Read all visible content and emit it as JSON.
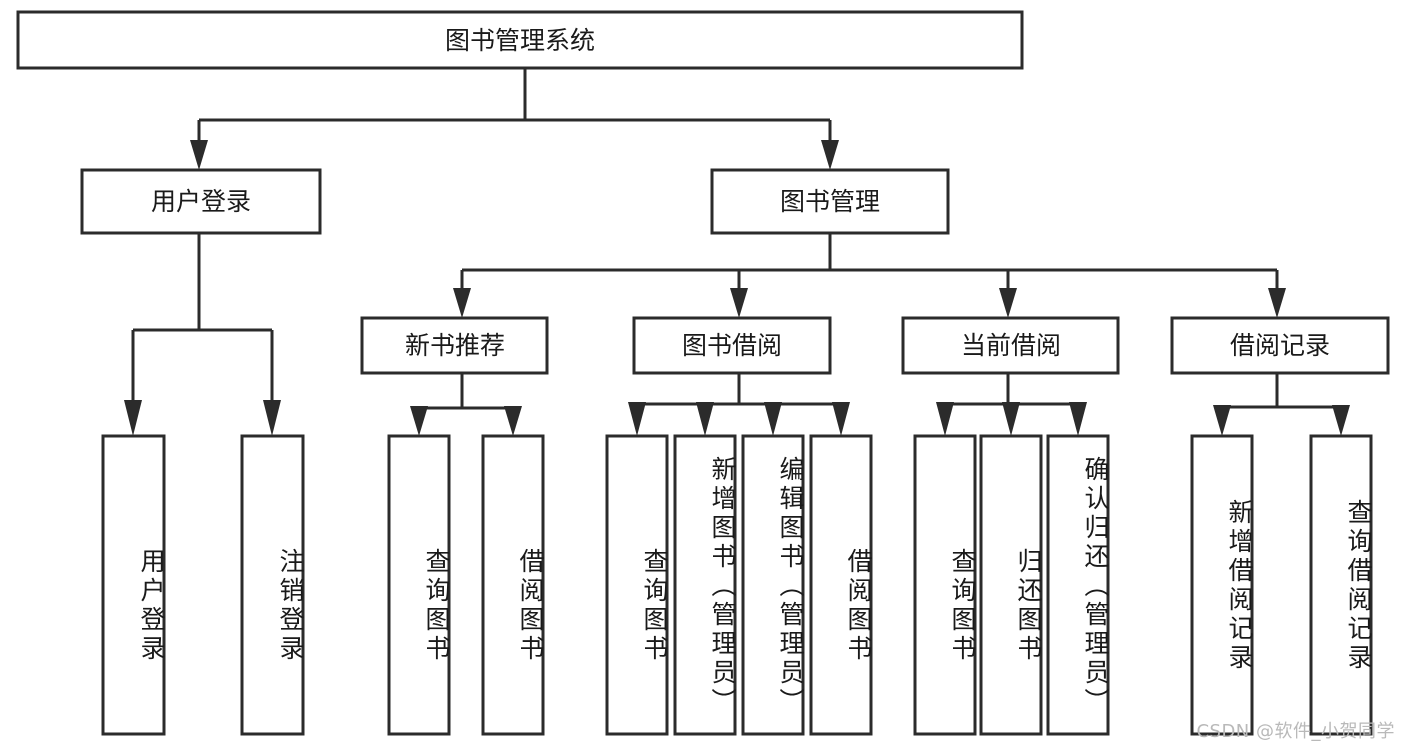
{
  "diagram": {
    "title": "图书管理系统",
    "type": "tree",
    "orientation": "top-down",
    "colors": {
      "background": "#ffffff",
      "box_fill": "#ffffff",
      "box_stroke": "#2b2b2b",
      "text": "#1a1a1a",
      "watermark": "#b9b9b9"
    },
    "root": {
      "label": "图书管理系统",
      "orientation": "horizontal"
    },
    "level1": [
      {
        "label": "用户登录",
        "orientation": "horizontal"
      },
      {
        "label": "图书管理",
        "orientation": "horizontal"
      }
    ],
    "level2": [
      {
        "label": "新书推荐",
        "orientation": "horizontal"
      },
      {
        "label": "图书借阅",
        "orientation": "horizontal"
      },
      {
        "label": "当前借阅",
        "orientation": "horizontal"
      },
      {
        "label": "借阅记录",
        "orientation": "horizontal"
      }
    ],
    "leaves": {
      "user_login": [
        {
          "label": "用户登录",
          "orientation": "vertical"
        },
        {
          "label": "注销登录",
          "orientation": "vertical"
        }
      ],
      "new_book_recommend": [
        {
          "label": "查询图书",
          "orientation": "vertical"
        },
        {
          "label": "借阅图书",
          "orientation": "vertical"
        }
      ],
      "book_borrow": [
        {
          "label": "查询图书",
          "orientation": "vertical"
        },
        {
          "label": "新增图书（管理员）",
          "orientation": "vertical"
        },
        {
          "label": "编辑图书（管理员）",
          "orientation": "vertical"
        },
        {
          "label": "借阅图书",
          "orientation": "vertical"
        }
      ],
      "current_borrow": [
        {
          "label": "查询图书",
          "orientation": "vertical"
        },
        {
          "label": "归还图书",
          "orientation": "vertical"
        },
        {
          "label": "确认归还（管理员）",
          "orientation": "vertical"
        }
      ],
      "borrow_record": [
        {
          "label": "新增借阅记录",
          "orientation": "vertical"
        },
        {
          "label": "查询借阅记录",
          "orientation": "vertical"
        }
      ]
    },
    "edges": [
      {
        "from": "图书管理系统",
        "to": "用户登录"
      },
      {
        "from": "图书管理系统",
        "to": "图书管理"
      },
      {
        "from": "图书管理",
        "to": "新书推荐"
      },
      {
        "from": "图书管理",
        "to": "图书借阅"
      },
      {
        "from": "图书管理",
        "to": "当前借阅"
      },
      {
        "from": "图书管理",
        "to": "借阅记录"
      },
      {
        "from": "用户登录",
        "to": "用户登录"
      },
      {
        "from": "用户登录",
        "to": "注销登录"
      },
      {
        "from": "新书推荐",
        "to": "查询图书"
      },
      {
        "from": "新书推荐",
        "to": "借阅图书"
      },
      {
        "from": "图书借阅",
        "to": "查询图书"
      },
      {
        "from": "图书借阅",
        "to": "新增图书（管理员）"
      },
      {
        "from": "图书借阅",
        "to": "编辑图书（管理员）"
      },
      {
        "from": "图书借阅",
        "to": "借阅图书"
      },
      {
        "from": "当前借阅",
        "to": "查询图书"
      },
      {
        "from": "当前借阅",
        "to": "归还图书"
      },
      {
        "from": "当前借阅",
        "to": "确认归还（管理员）"
      },
      {
        "from": "借阅记录",
        "to": "新增借阅记录"
      },
      {
        "from": "借阅记录",
        "to": "查询借阅记录"
      }
    ]
  },
  "watermark": {
    "text": "CSDN @软件_小贺同学"
  }
}
